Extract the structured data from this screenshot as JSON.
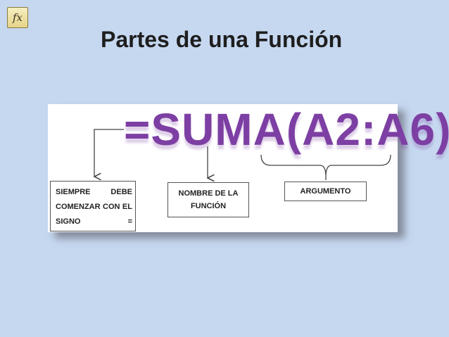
{
  "header": {
    "fx_icon_label": "fx",
    "title": "Partes de una Función"
  },
  "diagram": {
    "formula": "=SUMA(A2:A6)",
    "labels": {
      "signo": "SIEMPRE DEBE COMENZAR CON EL SIGNO =",
      "nombre": "NOMBRE DE LA FUNCIÓN",
      "argumento": "ARGUMENTO"
    },
    "colors": {
      "formula": "#7d3fa3",
      "background": "#c6d8f0"
    }
  }
}
